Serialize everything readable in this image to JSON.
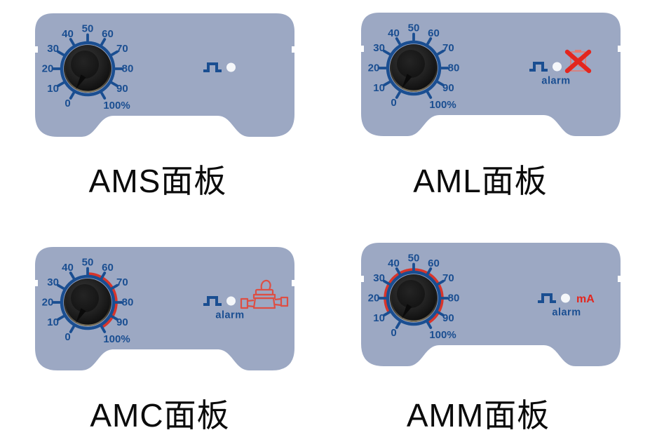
{
  "colors": {
    "background": "#FFFFFF",
    "panel": "#9CA8C3",
    "blue": "#1A4E91",
    "red": "#E3261E",
    "valve_red": "#DD4F44",
    "arc_red": "#D8352B",
    "led": "#F5F7FA",
    "caption": "#0B0B0B",
    "knob": "#111111"
  },
  "dial": {
    "scale_labels": [
      "0",
      "10",
      "20",
      "30",
      "40",
      "50",
      "60",
      "70",
      "80",
      "90",
      "100%"
    ],
    "start_angle_deg": -150,
    "step_deg": 30,
    "pointer_value": "0"
  },
  "panels": [
    {
      "id": "AMS",
      "caption": "AMS面板",
      "icons": [
        "pulse-output-icon",
        "led-indicator"
      ],
      "alarm_label": null,
      "red_arc": null
    },
    {
      "id": "AML",
      "caption": "AML面板",
      "icons": [
        "pulse-output-icon",
        "led-indicator",
        "crossed-out-device-icon"
      ],
      "alarm_label": "alarm",
      "red_arc": null
    },
    {
      "id": "AMC",
      "caption": "AMC面板",
      "icons": [
        "pulse-output-icon",
        "led-indicator",
        "valve-icon"
      ],
      "alarm_label": "alarm",
      "red_arc": {
        "from": 50,
        "to": 100
      }
    },
    {
      "id": "AMM",
      "caption": "AMM面板",
      "icons": [
        "pulse-output-icon",
        "led-indicator"
      ],
      "ma_label": "mA",
      "alarm_label": "alarm",
      "red_arc": {
        "from": 10,
        "to": 100
      }
    }
  ]
}
